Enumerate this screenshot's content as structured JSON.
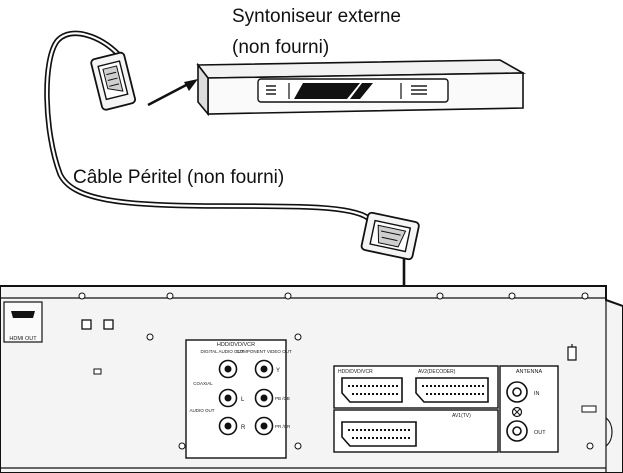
{
  "labels": {
    "tuner_line1": "Syntoniseur externe",
    "tuner_line2": "(non fourni)",
    "cable": "Câble Péritel (non fourni)"
  },
  "recorder_panel": {
    "hdmi_out": "HDMI OUT",
    "group_title": "HDD/DVD/VCR",
    "digital_audio_out": "DIGITAL AUDIO OUT",
    "component_video_out": "COMPONENT VIDEO OUT",
    "coaxial": "COAXIAL",
    "audio_out": "AUDIO OUT",
    "audio_l": "L",
    "audio_r": "R",
    "comp_y": "Y",
    "comp_pb": "PB /CB",
    "comp_pr": "PR /CR",
    "scart_av1_header": "HDD/DVD/VCR",
    "scart_av2": "AV2(DECODER)",
    "scart_av1": "AV1(TV)",
    "antenna": "ANTENNA",
    "antenna_in": "IN",
    "antenna_out": "OUT"
  },
  "colors": {
    "line": "#111111",
    "panel": "#f4f4f4",
    "shade": "#bdbdbd",
    "background": "#ffffff"
  }
}
